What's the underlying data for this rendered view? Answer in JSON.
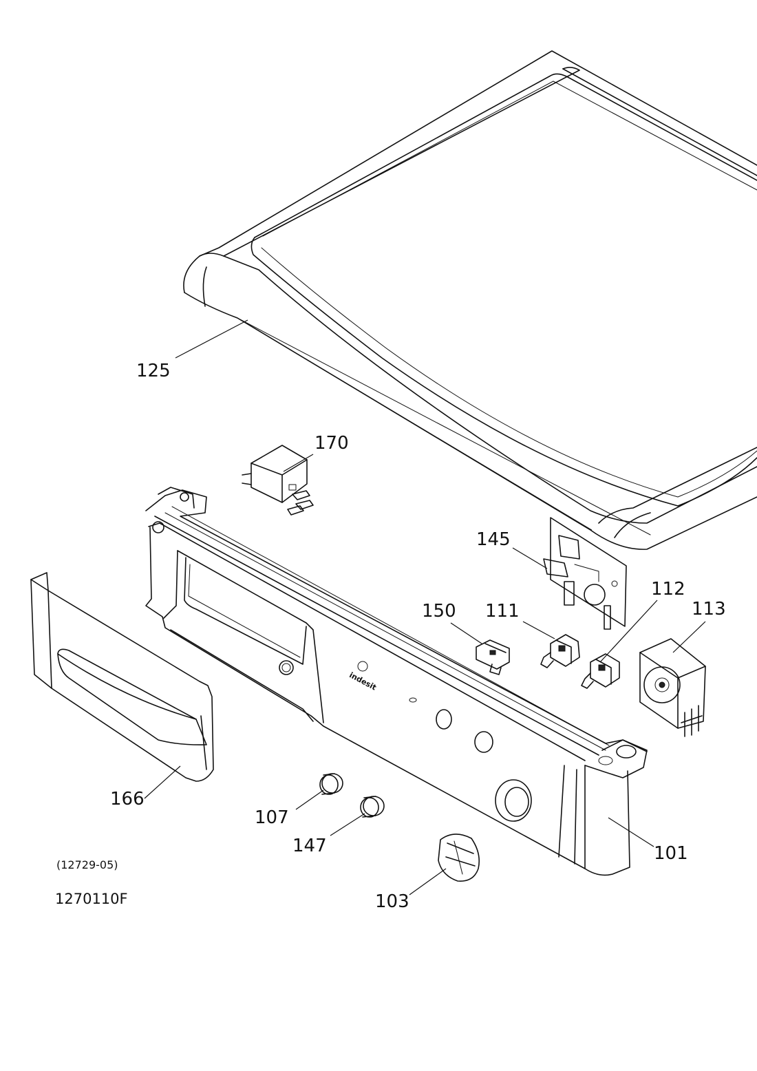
{
  "diagram": {
    "callouts": {
      "p125": "125",
      "p170": "170",
      "p145": "145",
      "p112": "112",
      "p113": "113",
      "p150": "150",
      "p111": "111",
      "p166": "166",
      "p107": "107",
      "p147": "147",
      "p103": "103",
      "p101": "101"
    },
    "panel_logo": "indesit",
    "drawing_ref": "(12729-05)",
    "drawing_code": "1270110F"
  }
}
